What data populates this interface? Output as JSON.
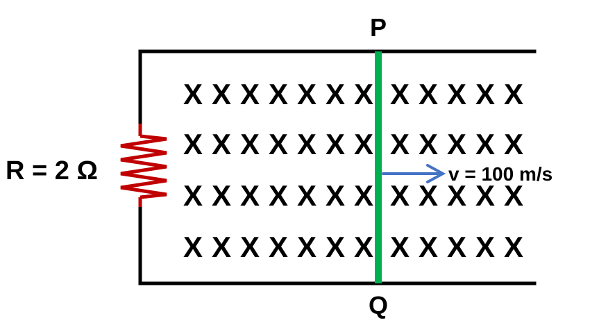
{
  "diagram": {
    "resistor_label": "R = 2 Ω",
    "top_point_label": "P",
    "bottom_point_label": "Q",
    "velocity_label": "v = 100 m/s",
    "field_symbol": "X",
    "field_rows": [
      {
        "left_count": 7,
        "right_count": 5
      },
      {
        "left_count": 7,
        "right_count": 5
      },
      {
        "left_count": 7,
        "right_count": 5
      },
      {
        "left_count": 7,
        "right_count": 5
      }
    ],
    "colors": {
      "rails": "#000000",
      "rod": "#00b050",
      "resistor": "#c00000",
      "arrow": "#4472c4",
      "field": "#000000"
    }
  }
}
